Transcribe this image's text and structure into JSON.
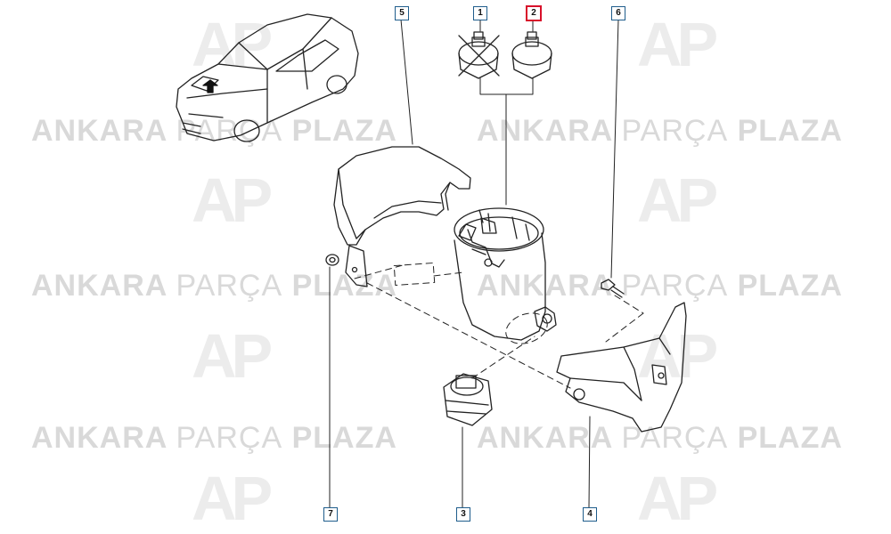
{
  "watermark": {
    "brand_bold_1": "ANKARA",
    "brand_light": "PARÇA",
    "brand_bold_2": "PLAZA",
    "logo_text": "AP"
  },
  "callouts": [
    {
      "id": "1",
      "label": "1",
      "highlighted": false
    },
    {
      "id": "2",
      "label": "2",
      "highlighted": true
    },
    {
      "id": "3",
      "label": "3",
      "highlighted": false
    },
    {
      "id": "4",
      "label": "4",
      "highlighted": false
    },
    {
      "id": "5",
      "label": "5",
      "highlighted": false
    },
    {
      "id": "6",
      "label": "6",
      "highlighted": false
    },
    {
      "id": "7",
      "label": "7",
      "highlighted": false
    }
  ],
  "colors": {
    "callout_border": "#1f5d8c",
    "highlight_border": "#d8102a",
    "line": "#222222",
    "watermark": "#d9d9d9"
  }
}
